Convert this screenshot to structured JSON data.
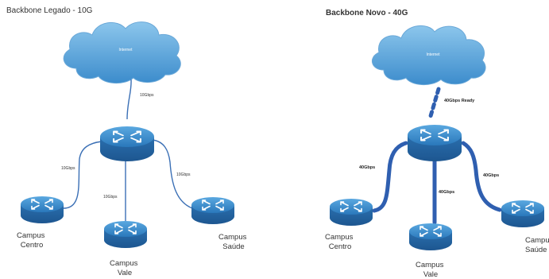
{
  "legacy": {
    "title": "Backbone Legado - 10G",
    "cloud_label": "Internet",
    "links": {
      "internet": "10Gbps",
      "centro": "10Gbps",
      "vale": "10Gbps",
      "saude": "10Gbps"
    },
    "campuses": {
      "centro": [
        "Campus",
        "Centro"
      ],
      "vale": [
        "Campus",
        "Vale"
      ],
      "saude": [
        "Campus",
        "Saúde"
      ]
    }
  },
  "new": {
    "title": "Backbone Novo - 40G",
    "cloud_label": "Internet",
    "links": {
      "internet": "40Gbps Ready",
      "centro": "40Gbps",
      "vale": "40Gbps",
      "saude": "40Gbps"
    },
    "campuses": {
      "centro": [
        "Campus",
        "Centro"
      ],
      "vale": [
        "Campus",
        "Vale"
      ],
      "saude": [
        "Campus",
        "Saúde"
      ]
    }
  },
  "colors": {
    "cloud": "#4f9fd6",
    "router": "#2f80c0",
    "link_thin": "#3a6fb5",
    "link_thick": "#2f5fb0"
  }
}
